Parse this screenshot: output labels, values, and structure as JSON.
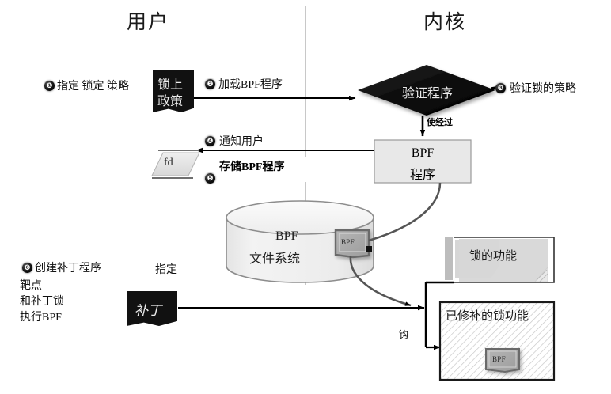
{
  "diagram": {
    "columns": {
      "left_title": "用户",
      "right_title": "内核"
    },
    "steps": [
      {
        "num": "❶",
        "label": "指定 锁定 策略"
      },
      {
        "num": "❷",
        "label": "加载BPF程序"
      },
      {
        "num": "❸",
        "label": "验证锁的策略"
      },
      {
        "num": "❹",
        "label": "通知用户"
      },
      {
        "num": "❺",
        "label": "存储BPF程序"
      },
      {
        "num": "❻",
        "label": "创建补丁程序"
      }
    ],
    "nodes": {
      "lock_policy": {
        "line1": "锁上",
        "line2": "政策"
      },
      "verifier": {
        "label": "验证程序"
      },
      "bpf_program": {
        "line1": "BPF",
        "line2": "程序"
      },
      "fd": {
        "label": "fd"
      },
      "bpf_fs": {
        "line1": "BPF",
        "line2": "文件系统"
      },
      "bpf_chip_fs": {
        "label": "BPF"
      },
      "bpf_chip_patched": {
        "label": "BPF"
      },
      "patch": {
        "label": "补丁"
      },
      "lock_function": {
        "label": "锁的功能"
      },
      "patched_lock_function": {
        "label": "已修补的锁功能"
      }
    },
    "edge_labels": {
      "pass_through": "使经过",
      "hook": "钩",
      "specify": "指定"
    },
    "side_note": {
      "line1": "靶点",
      "line2": "和补丁锁",
      "line3": "执行BPF"
    },
    "colors": {
      "black_fill": "#111111",
      "gray_fill": "#e8e8e8",
      "gray_stroke": "#9a9a9a",
      "line": "#000000",
      "divider": "#aaaaaa",
      "chip_fill": "#a8a8a8"
    }
  }
}
